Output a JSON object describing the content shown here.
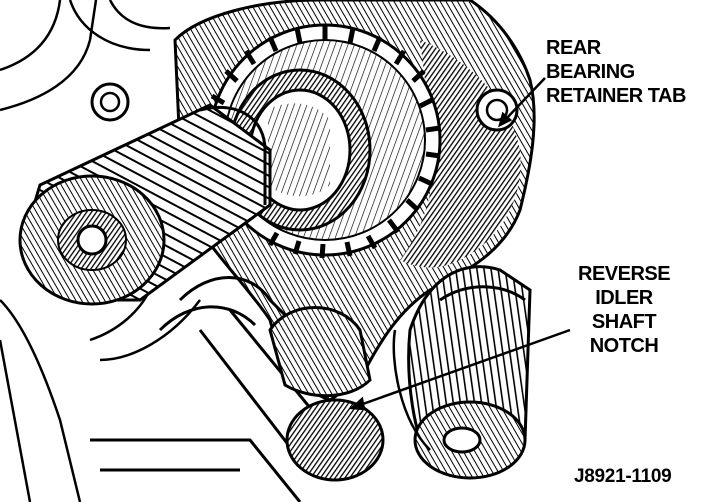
{
  "labels": {
    "rear_bearing_retainer_tab": {
      "line1": "REAR",
      "line2": "BEARING",
      "line3": "RETAINER TAB"
    },
    "reverse_idler_shaft_notch": {
      "line1": "REVERSE",
      "line2": "IDLER",
      "line3": "SHAFT",
      "line4": "NOTCH"
    }
  },
  "figure_id": "J8921-1109",
  "colors": {
    "ink": "#000000",
    "paper": "#ffffff",
    "shade_dark": "#1a1a1a",
    "shade_mid": "#555555"
  }
}
